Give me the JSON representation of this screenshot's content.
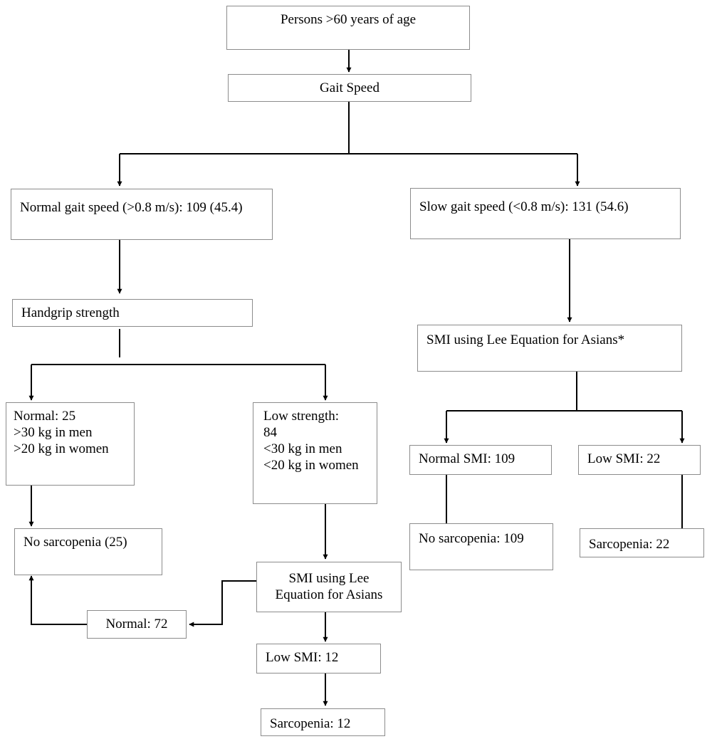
{
  "diagram": {
    "nodes": {
      "root": "Persons >60 years of age",
      "gait": "Gait Speed",
      "normal_gait": "Normal gait speed (>0.8 m/s): 109 (45.4)",
      "slow_gait": "Slow gait speed (<0.8 m/s): 131 (54.6)",
      "handgrip": "Handgrip strength",
      "normal_strength": "Normal: 25\n>30 kg in men\n>20 kg in women",
      "low_strength": "Low strength:\n84\n<30 kg in men\n<20 kg in women",
      "smi_right": "SMI using Lee Equation for Asians*",
      "normal_smi_right": "Normal SMI: 109",
      "low_smi_right": "Low SMI: 22",
      "no_sarcopenia_right": "No sarcopenia: 109",
      "sarcopenia_right": "Sarcopenia: 22",
      "no_sarcopenia_left": "No sarcopenia (25)",
      "smi_left": "SMI using Lee\nEquation for Asians",
      "normal_72": "Normal: 72",
      "low_smi_left": "Low SMI: 12",
      "sarcopenia_left": "Sarcopenia: 12"
    }
  }
}
